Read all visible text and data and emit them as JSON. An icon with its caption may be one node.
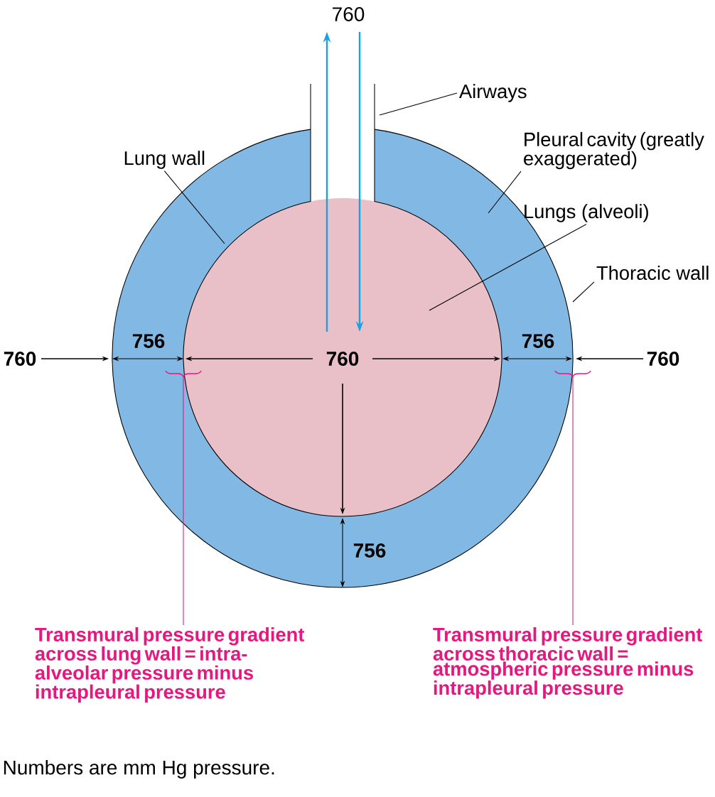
{
  "diagram": {
    "nodes": [
      {
        "text": [
          "Airways"
        ]
      },
      {
        "text": [
          "Lung wall"
        ]
      },
      {
        "text": [
          "Pleural cavity (greatly exaggerated)"
        ]
      },
      {
        "text": [
          "Lungs (alveoli)"
        ]
      },
      {
        "text": [
          "Thoracic wall"
        ]
      },
      {
        "text": [
          "Transmural pressure gradient across lung wall = intra-alveolar pressure minus intrapleural pressure"
        ]
      },
      {
        "text": [
          "Transmural pressure gradient across thoracic wall = atmospheric pressure minus intrapleural pressure"
        ]
      }
    ],
    "edges": [
      {
        "from": 0,
        "to": null,
        "arrow": "none"
      },
      {
        "from": 1,
        "to": null,
        "arrow": "none"
      },
      {
        "from": 2,
        "to": null,
        "arrow": "none"
      },
      {
        "from": 3,
        "to": null,
        "arrow": "none"
      },
      {
        "from": 4,
        "to": null,
        "arrow": "none"
      },
      {
        "from": 5,
        "to": null,
        "arrow": "none",
        "color": "#e6177f"
      },
      {
        "from": 6,
        "to": null,
        "arrow": "none",
        "color": "#e6177f"
      }
    ],
    "labels": [
      "760",
      "760",
      "756",
      "760",
      "756",
      "760",
      "756",
      "Numbers are mm Hg pressure."
    ]
  }
}
